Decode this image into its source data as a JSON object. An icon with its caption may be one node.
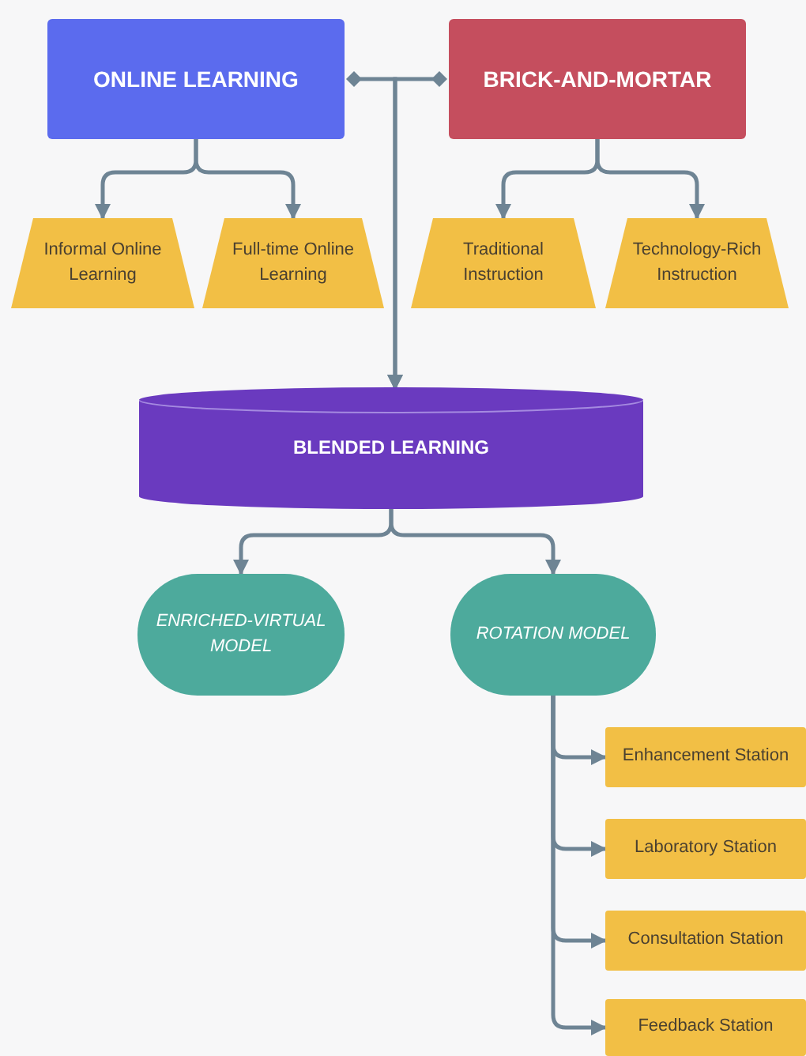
{
  "diagram": {
    "nodes": [
      {
        "text": [
          "ONLINE LEARNING"
        ]
      },
      {
        "text": [
          "BRICK-AND-MORTAR"
        ]
      },
      {
        "text": [
          "Informal Online Learning"
        ]
      },
      {
        "text": [
          "Full-time Online Learning"
        ]
      },
      {
        "text": [
          "Traditional Instruction"
        ]
      },
      {
        "text": [
          "Technology-Rich Instruction"
        ]
      },
      {
        "text": [
          "BLENDED LEARNING"
        ]
      },
      {
        "text": [
          "ENRICHED-VIRTUAL MODEL"
        ]
      },
      {
        "text": [
          "ROTATION MODEL"
        ]
      },
      {
        "text": [
          "Enhancement Station"
        ]
      },
      {
        "text": [
          "Laboratory Station"
        ]
      },
      {
        "text": [
          "Consultation Station"
        ]
      },
      {
        "text": [
          "Feedback Station"
        ]
      }
    ],
    "edges": [
      {
        "from": 0,
        "to": 2,
        "arrow": "to"
      },
      {
        "from": 0,
        "to": 3,
        "arrow": "to"
      },
      {
        "from": 1,
        "to": 4,
        "arrow": "to"
      },
      {
        "from": 1,
        "to": 5,
        "arrow": "to"
      },
      {
        "from": 0,
        "to": 6,
        "arrow": "to"
      },
      {
        "from": 1,
        "to": 6,
        "arrow": "to"
      },
      {
        "from": 6,
        "to": 7,
        "arrow": "to"
      },
      {
        "from": 6,
        "to": 8,
        "arrow": "to"
      },
      {
        "from": 8,
        "to": 9,
        "arrow": "to"
      },
      {
        "from": 8,
        "to": 10,
        "arrow": "to"
      },
      {
        "from": 8,
        "to": 11,
        "arrow": "to"
      },
      {
        "from": 8,
        "to": 12,
        "arrow": "to"
      }
    ]
  }
}
